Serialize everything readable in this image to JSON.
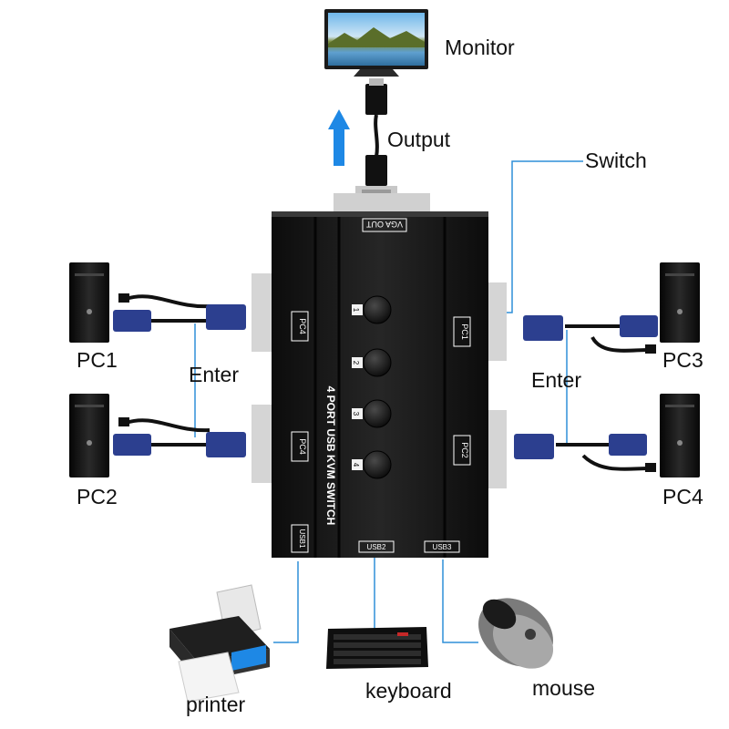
{
  "labels": {
    "monitor": "Monitor",
    "output": "Output",
    "switch": "Switch",
    "pc1": "PC1",
    "pc2": "PC2",
    "pc3": "PC3",
    "pc4": "PC4",
    "enter_left": "Enter",
    "enter_right": "Enter",
    "printer": "printer",
    "keyboard": "keyboard",
    "mouse": "mouse"
  },
  "device": {
    "vga_out": "VGA OUT",
    "side_label": "4 PORT USB KVM SWITCH",
    "left_port_top": "PC4",
    "left_port_bottom": "PC4",
    "right_port_top": "PC1",
    "right_port_bottom": "PC2",
    "usb1": "USB1",
    "usb2": "USB2",
    "usb3": "USB3",
    "buttons": [
      "1",
      "2",
      "3",
      "4"
    ]
  },
  "colors": {
    "connector_line": "#2f8fd8",
    "arrow": "#1e88e5",
    "device_body": "#161616",
    "vga_blue": "#2c3f8f"
  }
}
